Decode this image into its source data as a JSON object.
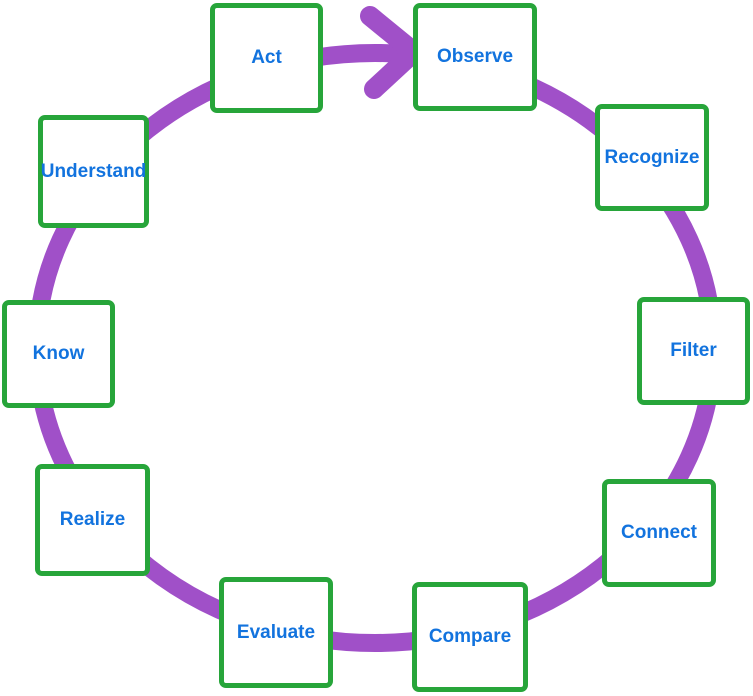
{
  "diagram": {
    "type": "cycle",
    "direction": "clockwise",
    "nodes": [
      {
        "label": "Act"
      },
      {
        "label": "Observe"
      },
      {
        "label": "Recognize"
      },
      {
        "label": "Filter"
      },
      {
        "label": "Connect"
      },
      {
        "label": "Compare"
      },
      {
        "label": "Evaluate"
      },
      {
        "label": "Realize"
      },
      {
        "label": "Know"
      },
      {
        "label": "Understand"
      }
    ],
    "arrow": {
      "icon": "right-arrowhead",
      "from": "Act",
      "to": "Observe"
    },
    "colors": {
      "box_border": "#27a53a",
      "box_fill": "#ffffff",
      "label_text": "#1273de",
      "arrow": "#a050c8"
    }
  }
}
